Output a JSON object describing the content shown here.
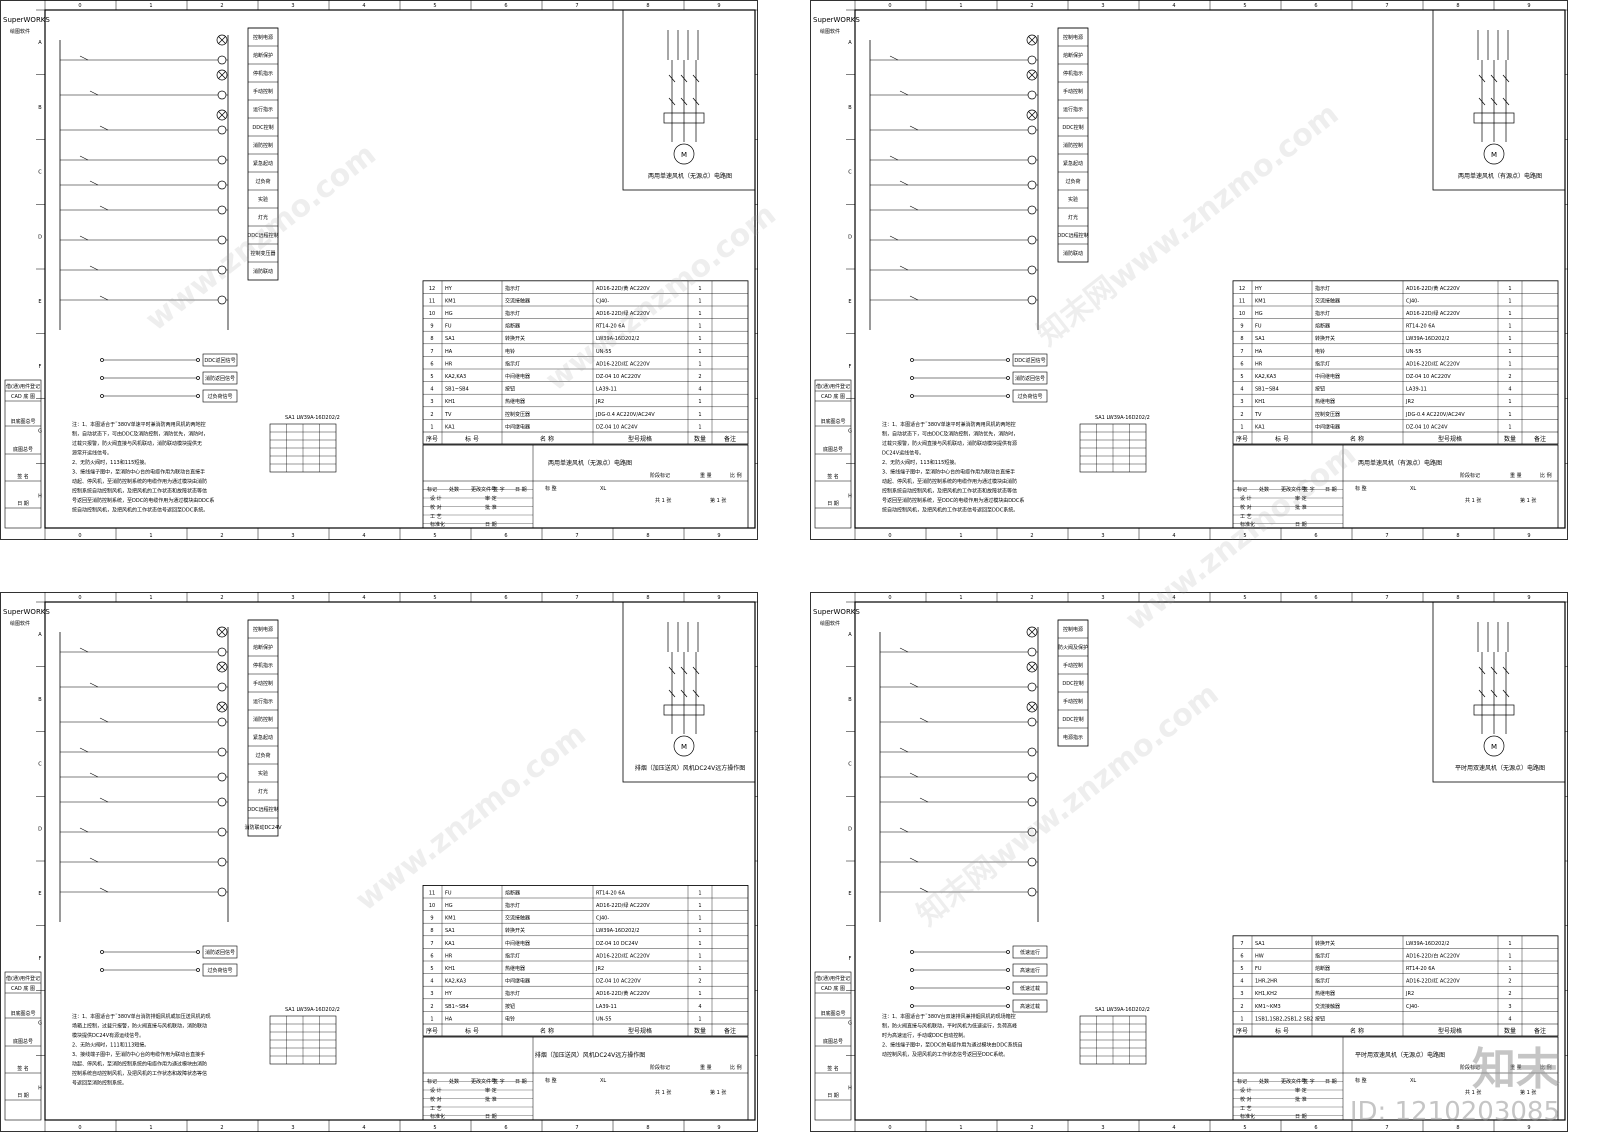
{
  "brand_header": {
    "line1": "SuperWORKS",
    "line2": "绘图软件"
  },
  "side_labels": [
    "借(通)用件登记",
    "CAD 底 图",
    "旧底图总号",
    "底图总号",
    "签 名",
    "日 期"
  ],
  "grid_numbers": [
    "0",
    "1",
    "2",
    "3",
    "4",
    "5",
    "6",
    "7",
    "8",
    "9"
  ],
  "grid_letters": [
    "A",
    "B",
    "C",
    "D",
    "E",
    "F",
    "G",
    "H"
  ],
  "bom_header": {
    "seq": "序号",
    "mark": "标 号",
    "name": "名 称",
    "spec": "型号规格",
    "qty": "数量",
    "note": "备注"
  },
  "title_block": {
    "row1": [
      "标记",
      "处数",
      "更改文件号",
      "签 字",
      "日 期"
    ],
    "row2": [
      "设 计",
      "审 定"
    ],
    "row3": [
      "校 对",
      "批 准"
    ],
    "row4": [
      "工 艺"
    ],
    "row5": [
      "标准化",
      "日 期"
    ],
    "stage": "阶段标记",
    "weight": "重 量",
    "scale": "比 例",
    "mark_label": "标 整",
    "xl": "XL",
    "sheets": "共 1 张",
    "sheet_no": "第 1 张"
  },
  "switch_table": {
    "caption": "SA1 LW39A-16D202/2"
  },
  "sheets": [
    {
      "id": "tl",
      "motor_caption": "两用单速风机（无源点）电路图",
      "title_name": "两用单速风机（无源点）电路图",
      "func_labels": [
        "控制电源",
        "熔断保护",
        "停机指示",
        "手动控制",
        "运行指示",
        "DDC控制",
        "消防控制",
        "紧急起动",
        "过负荷",
        "实验",
        "灯光",
        "DDC远程控制",
        "控制变压器",
        "消防联动"
      ],
      "bom": [
        [
          "12",
          "HY",
          "指示灯",
          "AD16-22D/黄 AC220V",
          "1",
          ""
        ],
        [
          "11",
          "KM1",
          "交流接触器",
          "CJ40-",
          "1",
          ""
        ],
        [
          "10",
          "HG",
          "指示灯",
          "AD16-22D/绿 AC220V",
          "1",
          ""
        ],
        [
          "9",
          "FU",
          "熔断器",
          "RT14-20 6A",
          "1",
          ""
        ],
        [
          "8",
          "SA1",
          "转换开关",
          "LW39A-16D202/2",
          "1",
          ""
        ],
        [
          "7",
          "HA",
          "电铃",
          "UN-55",
          "1",
          ""
        ],
        [
          "6",
          "HR",
          "指示灯",
          "AD16-22D/红 AC220V",
          "1",
          ""
        ],
        [
          "5",
          "KA2,KA3",
          "中间继电器",
          "DZ-04 10 AC220V",
          "2",
          ""
        ],
        [
          "4",
          "SB1~SB4",
          "按钮",
          "LA39-11",
          "4",
          ""
        ],
        [
          "3",
          "KH1",
          "热继电器",
          "JR2",
          "1",
          ""
        ],
        [
          "2",
          "TV",
          "控制变压器",
          "JDG-0.4 AC220V/AC24V",
          "1",
          ""
        ],
        [
          "1",
          "KA1",
          "中间继电器",
          "DZ-04 10 AC24V",
          "1",
          ""
        ]
      ],
      "notes": [
        "注：1、本图适合于˜380V单速平时兼消防两用风机的两地控",
        "制，自动状态下，可由DDC及消防控制，消防优先，消防时，",
        "过载只报警，防火阀直接与风机联动，消防联动模块提供无",
        "源常开运线信号。",
        "2、无防火阀时，113和115短接。",
        "3、接线端子图中，至消防中心台的电缆作用为联动台直接手",
        "动起、停风机，至消防控制系统的电缆作用为通过模块由消防",
        "控制系统自动控制风机，及把风机的工作状态和故障状态等信",
        "号返回至消防控制系统，至DDC的电缆作用为通过模块由DDC系",
        "统自动控制风机，及把风机的工作状态信号返回至DDC系统。"
      ],
      "terminal_labels": [
        "DDC返回信号",
        "消防返回信号",
        "过负荷信号"
      ]
    },
    {
      "id": "tr",
      "motor_caption": "两用单速风机（有源点）电路图",
      "title_name": "两用单速风机（有源点）电路图",
      "func_labels": [
        "控制电源",
        "熔断保护",
        "停机指示",
        "手动控制",
        "运行指示",
        "DDC控制",
        "消防控制",
        "紧急起动",
        "过负荷",
        "实验",
        "灯光",
        "DDC远程控制",
        "消防联动"
      ],
      "bom": [
        [
          "12",
          "HY",
          "指示灯",
          "AD16-22D/黄 AC220V",
          "1",
          ""
        ],
        [
          "11",
          "KM1",
          "交流接触器",
          "CJ40-",
          "1",
          ""
        ],
        [
          "10",
          "HG",
          "指示灯",
          "AD16-22D/绿 AC220V",
          "1",
          ""
        ],
        [
          "9",
          "FU",
          "熔断器",
          "RT14-20 6A",
          "1",
          ""
        ],
        [
          "8",
          "SA1",
          "转换开关",
          "LW39A-16D202/2",
          "1",
          ""
        ],
        [
          "7",
          "HA",
          "电铃",
          "UN-55",
          "1",
          ""
        ],
        [
          "6",
          "HR",
          "指示灯",
          "AD16-22D/红 AC220V",
          "1",
          ""
        ],
        [
          "5",
          "KA2,KA3",
          "中间继电器",
          "DZ-04 10 AC220V",
          "2",
          ""
        ],
        [
          "4",
          "SB1~SB4",
          "按钮",
          "LA39-11",
          "4",
          ""
        ],
        [
          "3",
          "KH1",
          "热继电器",
          "JR2",
          "1",
          ""
        ],
        [
          "2",
          "TV",
          "控制变压器",
          "JDG-0.4 AC220V/AC24V",
          "1",
          ""
        ],
        [
          "1",
          "KA1",
          "中间继电器",
          "DZ-04 10 AC24V",
          "1",
          ""
        ]
      ],
      "notes": [
        "注：1、本图适合于˜380V单速平时兼消防两用风机的两地控",
        "制，自动状态下，可由DDC及消防控制，消防优先，消防时，",
        "过载只报警，防火阀直接与风机联动，消防联动模块提供有源",
        "DC24V运线信号。",
        "2、无防火阀时，113和115短接。",
        "3、接线端子图中，至消防中心台的电缆作用为联动台直接手",
        "动起、停风机，至消防控制系统的电缆作用为通过模块由消防",
        "控制系统自动控制风机，及把风机的工作状态和故障状态等信",
        "号返回至消防控制系统，至DDC的电缆作用为通过模块由DDC系",
        "统自动控制风机，及把风机的工作状态信号返回至DDC系统。"
      ],
      "terminal_labels": [
        "DDC返回信号",
        "消防返回信号",
        "过负荷信号"
      ]
    },
    {
      "id": "bl",
      "motor_caption": "排烟（加压送风）风机DC24V远方操作图",
      "title_name": "排烟（加压送风）风机DC24V远方操作图",
      "func_labels": [
        "控制电源",
        "熔断保护",
        "停机指示",
        "手动控制",
        "运行指示",
        "消防控制",
        "紧急起动",
        "过负荷",
        "实验",
        "灯光",
        "DDC远程控制",
        "消防联动DC24V"
      ],
      "bom": [
        [
          "11",
          "FU",
          "熔断器",
          "RT14-20 6A",
          "1",
          ""
        ],
        [
          "10",
          "HG",
          "指示灯",
          "AD16-22D/绿 AC220V",
          "1",
          ""
        ],
        [
          "9",
          "KM1",
          "交流接触器",
          "CJ40-",
          "1",
          ""
        ],
        [
          "8",
          "SA1",
          "转换开关",
          "LW39A-16D202/2",
          "1",
          ""
        ],
        [
          "7",
          "KA1",
          "中间继电器",
          "DZ-04 10 DC24V",
          "1",
          ""
        ],
        [
          "6",
          "HR",
          "指示灯",
          "AD16-22D/红 AC220V",
          "1",
          ""
        ],
        [
          "5",
          "KH1",
          "热继电器",
          "JR2",
          "1",
          ""
        ],
        [
          "4",
          "KA2,KA3",
          "中间继电器",
          "DZ-04 10 AC220V",
          "2",
          ""
        ],
        [
          "3",
          "HY",
          "指示灯",
          "AD16-22D/黄 AC220V",
          "1",
          ""
        ],
        [
          "2",
          "SB1~SB4",
          "按钮",
          "LA39-11",
          "4",
          ""
        ],
        [
          "1",
          "HA",
          "电铃",
          "UN-55",
          "1",
          ""
        ]
      ],
      "notes": [
        "注：1、本图适合于˜380V单台消防排烟风机或加压送风机的现",
        "场箱上控制，过载只报警，防火阀直接与风机联动，消防联动",
        "模块提供DC24V有源运线信号。",
        "2、无防火阀时，111和113短接。",
        "3、接线端子图中，至消防中心台的电缆作用为联动台直接手",
        "动起、停风机，至消防控制系统的电缆作用为通过模块由消防",
        "控制系统自动控制风机，及把风机的工作状态和故障状态等信",
        "号返回至消防控制系统。"
      ],
      "terminal_labels": [
        "消防返回信号",
        "过负荷信号"
      ]
    },
    {
      "id": "br",
      "motor_caption": "平时用双速风机（无源点）电路图",
      "title_name": "平时用双速风机（无源点）电路图",
      "func_labels": [
        "控制电源",
        "防火阀及保护",
        "手动控制",
        "DDC控制",
        "手动控制",
        "DDC控制",
        "电源指示"
      ],
      "bom": [
        [
          "7",
          "SA1",
          "转换开关",
          "LW39A-16D202/2",
          "1",
          ""
        ],
        [
          "6",
          "HW",
          "指示灯",
          "AD16-22D/白 AC220V",
          "1",
          ""
        ],
        [
          "5",
          "FU",
          "熔断器",
          "RT14-20 6A",
          "1",
          ""
        ],
        [
          "4",
          "1HR,2HR",
          "指示灯",
          "AD16-22D/红 AC220V",
          "2",
          ""
        ],
        [
          "3",
          "KH1,KH2",
          "热继电器",
          "JR2",
          "2",
          ""
        ],
        [
          "2",
          "KM1~KM3",
          "交流接触器",
          "CJ40-",
          "3",
          ""
        ],
        [
          "1",
          "1SB1,1SB2,2SB1,2 SB2",
          "按钮",
          "",
          "4",
          ""
        ]
      ],
      "notes": [
        "注：1、本图适合于˜380V台双速排风兼排烟风机的现场箱控",
        "制，防火阀直接与风机联动，平时风机为低速运行，负荷高峰",
        "时为高速运行，手动或DDC自动控制。",
        "2、接线端子图中，至DDC的电缆作用为通过模块由DDC系统自",
        "动控制风机，及把风机的工作状态信号返回至DDC系统。"
      ],
      "terminal_labels": [
        "低速运行",
        "高速运行",
        "低速过载",
        "高速过载"
      ]
    }
  ],
  "watermarks": [
    "www.znzmo.com",
    "知末网www.znzmo.com"
  ],
  "footer_brand": {
    "logo": "知末",
    "id": "ID: 1210203085"
  }
}
